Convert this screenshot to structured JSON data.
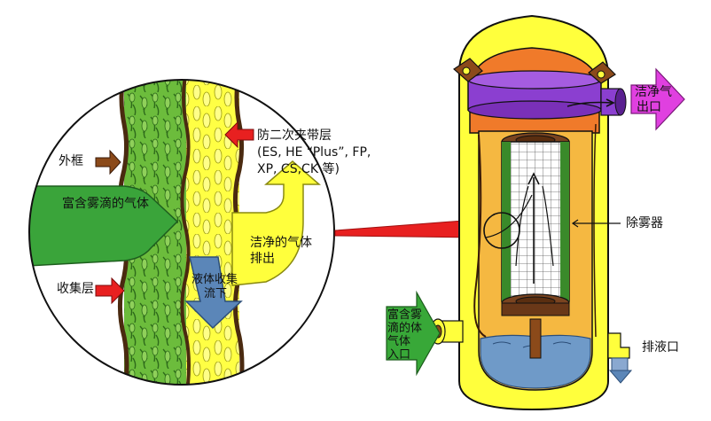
{
  "labels": {
    "outer_frame": "外框",
    "mist_gas_in": "富含雾滴的气体",
    "collection_layer": "收集层",
    "anti_reentrainment_layer": "防二次夹带层",
    "models_line1": "(ES, HE “Plus”, FP,",
    "models_line2": "XP, CS,CK 等)",
    "clean_gas_line1": "洁净的气体",
    "clean_gas_line2": "排出",
    "liquid_drain_line1": "液体收集",
    "liquid_drain_line2": "流下",
    "demister": "除雾器",
    "clean_outlet_line1": "洁净气",
    "clean_outlet_line2": "出口",
    "inlet_line1": "富含雾",
    "inlet_line2": "滴的体",
    "inlet_line3": "气体",
    "inlet_line4": "入口",
    "drain_outlet": "排液口"
  },
  "colors": {
    "vessel": "#ffff3c",
    "vessel_inner": "#f5b841",
    "top_dome": "#f07a2a",
    "purple_band": "#8b3fd0",
    "outlet_pink": "#e040e0",
    "inlet_green": "#38a838",
    "arrow_red": "#e82020",
    "arrow_brown": "#8b4a1a",
    "liquid_blue": "#5b86b8",
    "fiber_green": "#5aa83a",
    "fiber_yellow": "#ffff40"
  }
}
